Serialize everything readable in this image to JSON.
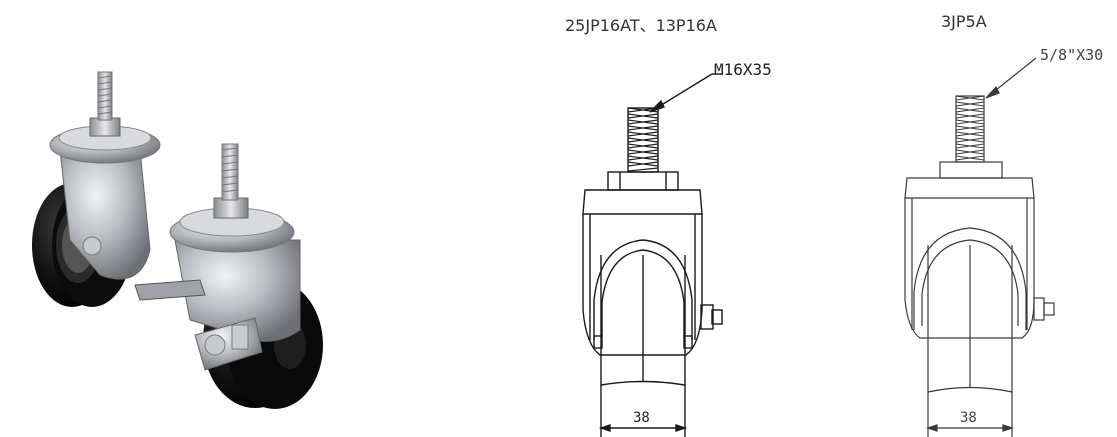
{
  "photo": {
    "description_icon": "caster-wheels-photo-icon"
  },
  "drawings": [
    {
      "model": "25JP16AT、13P16A",
      "thread_label": "M16X35",
      "width_label": "38"
    },
    {
      "model": "3JP5A",
      "thread_label": "5/8\"X30",
      "width_label": "38"
    }
  ],
  "colors": {
    "line": "#1a1a1a",
    "wheel": "#0c0c0c",
    "metal": "#b9bcc0"
  }
}
